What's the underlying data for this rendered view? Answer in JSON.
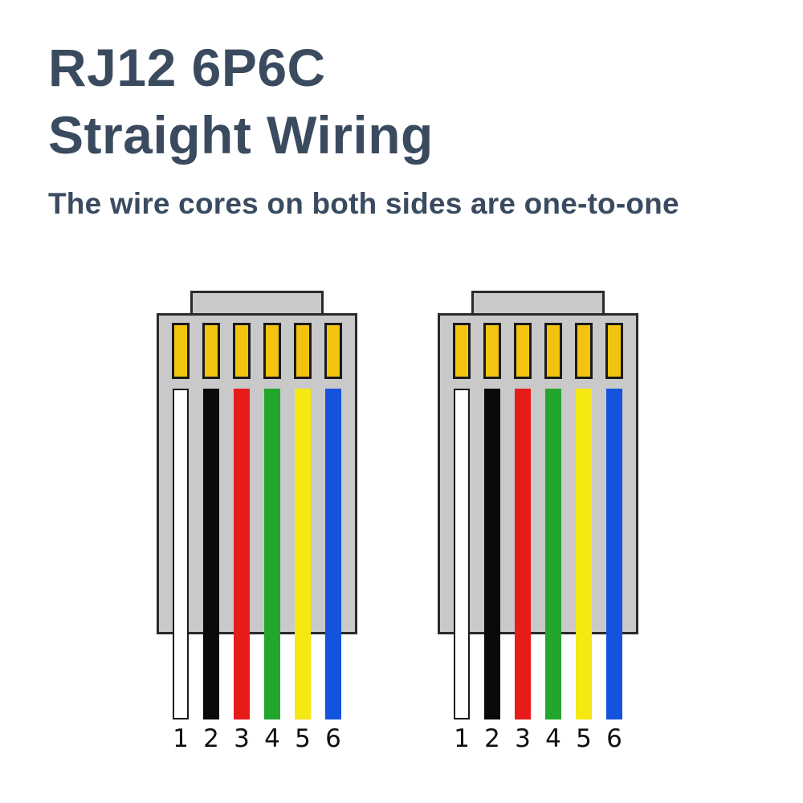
{
  "header": {
    "title_line1": "RJ12 6P6C",
    "title_line2": "Straight Wiring",
    "subtitle": "The wire cores on both sides are one-to-one",
    "title_color": "#3a4b60"
  },
  "connector": {
    "pin_color": "#f2c40f",
    "body_color": "#c9c9c9",
    "outline_color": "#2a2a2a",
    "pin_count": 6
  },
  "wires": [
    {
      "name": "white",
      "color": "#ffffff",
      "border_color": "#1a1a1a",
      "number": "1"
    },
    {
      "name": "black",
      "color": "#0a0a0a",
      "border_color": "#0a0a0a",
      "number": "2"
    },
    {
      "name": "red",
      "color": "#e81b1b",
      "border_color": "#e81b1b",
      "number": "3"
    },
    {
      "name": "green",
      "color": "#23a62c",
      "border_color": "#23a62c",
      "number": "4"
    },
    {
      "name": "yellow",
      "color": "#f6e812",
      "border_color": "#f6e812",
      "number": "5"
    },
    {
      "name": "blue",
      "color": "#1453dd",
      "border_color": "#1453dd",
      "number": "6"
    }
  ]
}
